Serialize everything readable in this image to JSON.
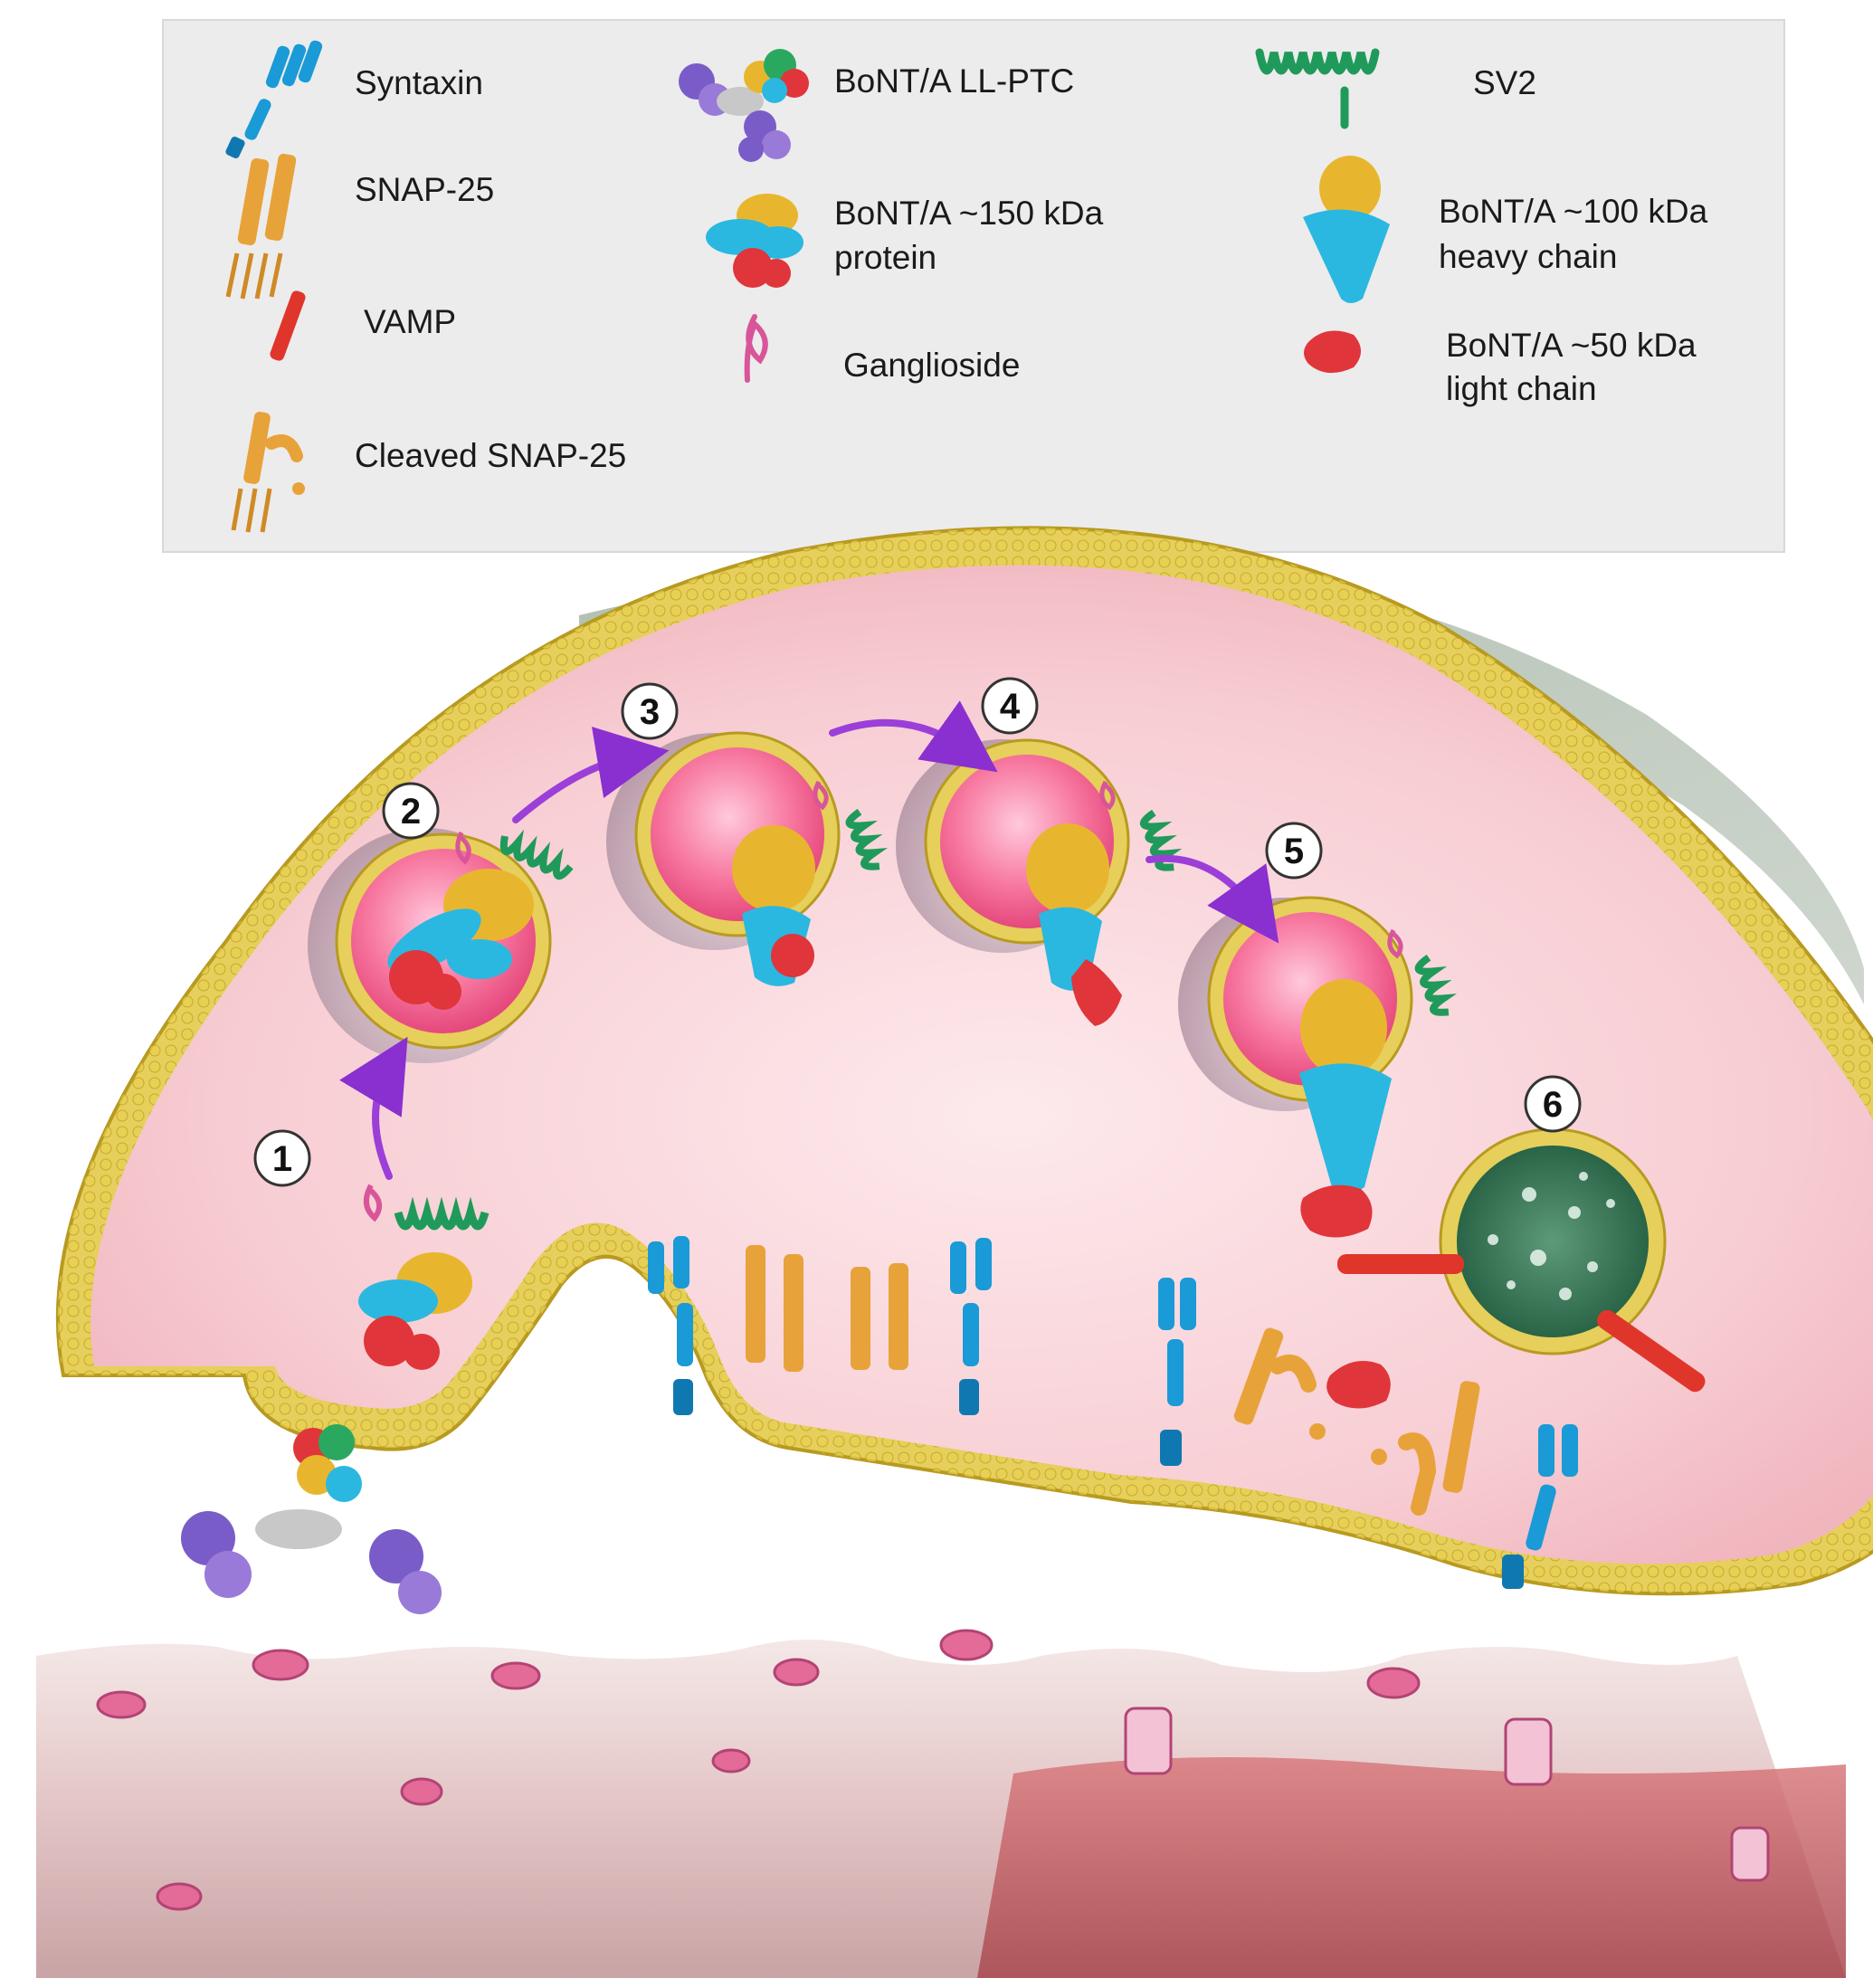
{
  "legend": {
    "syntaxin": "Syntaxin",
    "snap25": "SNAP-25",
    "vamp": "VAMP",
    "cleaved_snap25": "Cleaved SNAP-25",
    "ll_ptc": "BoNT/A LL-PTC",
    "protein150_line1": "BoNT/A ~150 kDa",
    "protein150_line2": "protein",
    "ganglioside": "Ganglioside",
    "sv2": "SV2",
    "heavy_line1": "BoNT/A ~100 kDa",
    "heavy_line2": "heavy chain",
    "light_line1": "BoNT/A ~50 kDa",
    "light_line2": "light chain"
  },
  "steps": [
    "1",
    "2",
    "3",
    "4",
    "5",
    "6"
  ],
  "colors": {
    "syntaxin": "#1a9ad6",
    "snap25": "#e8a23a",
    "vamp": "#e0352b",
    "sv2": "#1f9a5a",
    "ganglioside": "#d9559a",
    "heavy_chain_a": "#e8b62e",
    "heavy_chain_b": "#2ab8e0",
    "light_chain": "#e0353a",
    "hemagglutinin": "#7a5cc8",
    "cytoplasm": "#f7cfd4",
    "membrane": "#e6cf5a",
    "arrow": "#9b3fd8",
    "legend_bg": "#ededed"
  }
}
